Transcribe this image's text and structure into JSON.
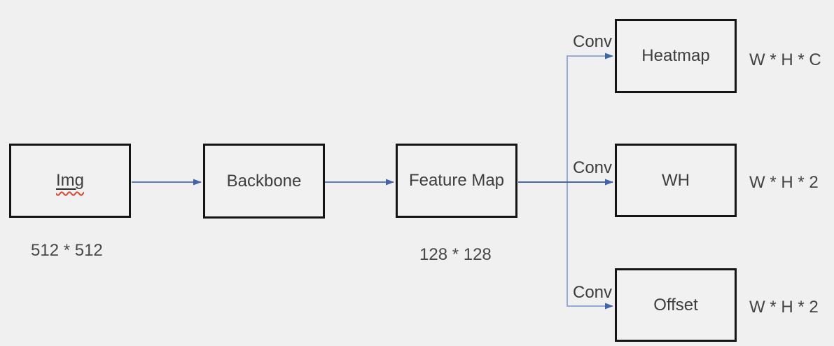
{
  "diagram": {
    "nodes": {
      "img": {
        "label": "Img",
        "size_label": "512 * 512"
      },
      "backbone": {
        "label": "Backbone"
      },
      "feature_map": {
        "label": "Feature Map",
        "size_label": "128 * 128"
      },
      "heatmap": {
        "label": "Heatmap",
        "output_shape": "W * H * C"
      },
      "wh": {
        "label": "WH",
        "output_shape": "W * H * 2"
      },
      "offset": {
        "label": "Offset",
        "output_shape": "W * H * 2"
      }
    },
    "edges": {
      "conv_top_label": "Conv",
      "conv_middle_label": "Conv",
      "conv_bottom_label": "Conv"
    },
    "connections": [
      {
        "from": "img",
        "to": "backbone",
        "label": ""
      },
      {
        "from": "backbone",
        "to": "feature_map",
        "label": ""
      },
      {
        "from": "feature_map",
        "to": "heatmap",
        "label": "Conv"
      },
      {
        "from": "feature_map",
        "to": "wh",
        "label": "Conv"
      },
      {
        "from": "feature_map",
        "to": "offset",
        "label": "Conv"
      }
    ],
    "colors": {
      "background": "#f0f0f1",
      "box_border": "#141414",
      "arrow_blue": "#4a6fbc",
      "arrowhead_blue": "#4065ae",
      "branch_light_blue": "#94abd8",
      "text": "#3e3e41",
      "spellcheck_red": "#e0452e"
    }
  }
}
